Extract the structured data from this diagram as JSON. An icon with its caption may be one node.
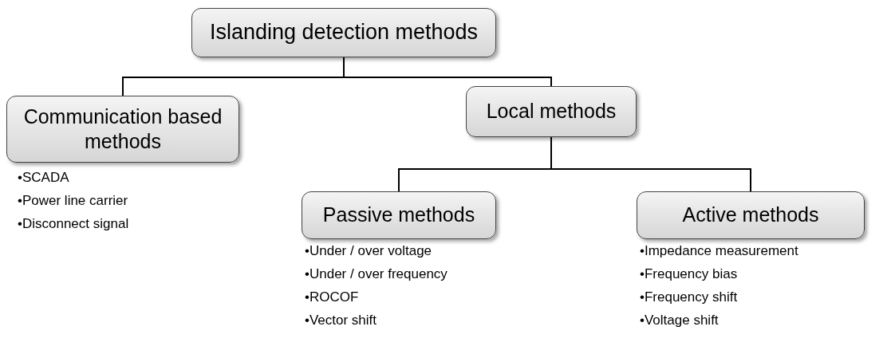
{
  "diagram": {
    "nodes": [
      {
        "text": [
          "Islanding detection methods"
        ]
      },
      {
        "text": [
          "Communication based methods"
        ],
        "beside": [
          "•SCADA",
          "•Power line carrier",
          "•Disconnect signal"
        ]
      },
      {
        "text": [
          "Local methods"
        ]
      },
      {
        "text": [
          "Passive methods"
        ],
        "beside": [
          "•Under / over voltage",
          "•Under / over frequency",
          "•ROCOF",
          "•Vector shift"
        ]
      },
      {
        "text": [
          "Active methods"
        ],
        "beside": [
          "•Impedance measurement",
          "•Frequency bias",
          "•Frequency shift",
          "•Voltage shift"
        ]
      }
    ],
    "edges": [
      {
        "from": 0,
        "to": 1,
        "arrow": "none"
      },
      {
        "from": 0,
        "to": 2,
        "arrow": "none"
      },
      {
        "from": 2,
        "to": 3,
        "arrow": "none"
      },
      {
        "from": 2,
        "to": 4,
        "arrow": "none"
      }
    ]
  }
}
